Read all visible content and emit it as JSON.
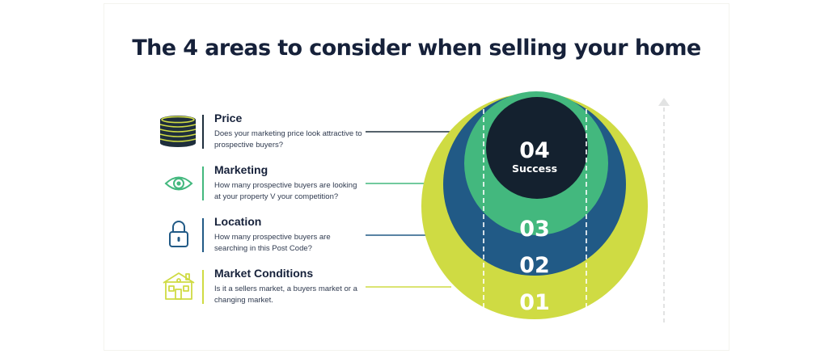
{
  "title": "The 4 areas to consider when selling your home",
  "colors": {
    "navy": "#14212f",
    "blue": "#215a86",
    "green": "#43b87e",
    "lime": "#cfdb43",
    "text": "#16213a"
  },
  "items": [
    {
      "heading": "Price",
      "description": "Does your marketing price look attractive to prospective buyers?",
      "icon": "coin-stack-icon",
      "accent": "#1e2e3c"
    },
    {
      "heading": "Marketing",
      "description": "How many prospective buyers are looking at your property V your competition?",
      "icon": "eye-icon",
      "accent": "#43b87e"
    },
    {
      "heading": "Location",
      "description": "How many prospective buyers are searching in this Post Code?",
      "icon": "padlock-icon",
      "accent": "#215a86"
    },
    {
      "heading": "Market Conditions",
      "description": "Is it a sellers market, a buyers market or a changing market.",
      "icon": "house-icon",
      "accent": "#cfdb43"
    }
  ],
  "levels": [
    {
      "number": "01"
    },
    {
      "number": "02"
    },
    {
      "number": "03"
    },
    {
      "number": "04",
      "label": "Success"
    }
  ],
  "arrow": "up-arrow-icon"
}
